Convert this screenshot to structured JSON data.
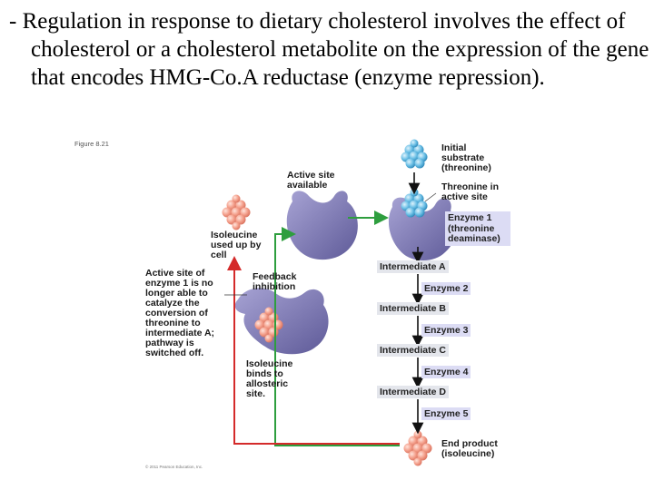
{
  "bullet_text": "- Regulation in response to dietary cholesterol involves the effect of cholesterol or a cholesterol metabolite on the expression of the gene that encodes HMG-Co.A reductase (enzyme repression).",
  "figure": {
    "figure_label": "Figure 8.21",
    "copyright": "© 2011 Pearson Education, Inc.",
    "initial_substrate": "Initial substrate (threonine)",
    "threonine_active_site": "Threonine in active site",
    "active_site_available": "Active site available",
    "enzyme1": "Enzyme 1 (threonine deaminase)",
    "isoleucine_used": "Isoleucine used up by cell",
    "active_site_no_longer": "Active site of enzyme 1 is no longer able to catalyze the conversion of threonine to intermediate A; pathway is switched off.",
    "feedback_inhibition": "Feedback inhibition",
    "isoleucine_binds": "Isoleucine binds to allosteric site.",
    "intermediate_a": "Intermediate A",
    "enzyme2": "Enzyme 2",
    "intermediate_b": "Intermediate B",
    "enzyme3": "Enzyme 3",
    "intermediate_c": "Intermediate C",
    "enzyme4": "Enzyme 4",
    "intermediate_d": "Intermediate D",
    "enzyme5": "Enzyme 5",
    "end_product": "End product (isoleucine)"
  },
  "colors": {
    "enzyme_fill": "#7c78b4",
    "substrate_blue": "#4aa8d6",
    "product_salmon": "#ef9a86",
    "green_arrow": "#2e9e3e",
    "red_arrow": "#d42a2a"
  }
}
